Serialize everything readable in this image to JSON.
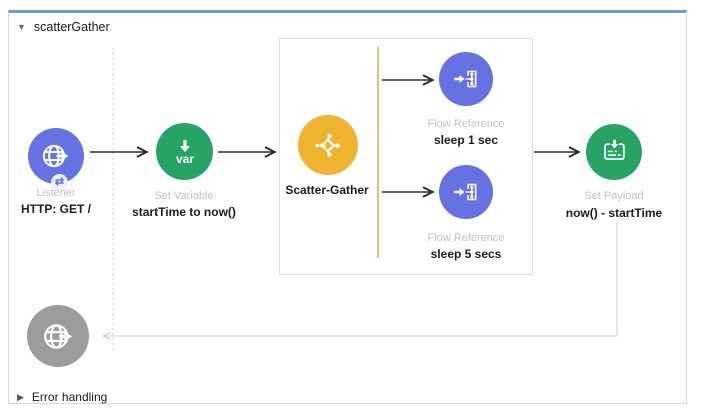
{
  "flow": {
    "title": "scatterGather",
    "collapse_indicator": "▼"
  },
  "nodes": {
    "listener": {
      "type_label": "Listener",
      "operation": "HTTP: GET /",
      "badge": "⇄"
    },
    "set_variable": {
      "type_label": "Set Variable",
      "operation": "startTime to now()",
      "icon_text": "var"
    },
    "scatter_gather": {
      "label": "Scatter-Gather"
    },
    "flow_reference_1": {
      "type_label": "Flow Reference",
      "operation": "sleep 1 sec"
    },
    "flow_reference_2": {
      "type_label": "Flow Reference",
      "operation": "sleep 5 secs"
    },
    "set_payload": {
      "type_label": "Set Payload",
      "operation": "now() - startTime"
    }
  },
  "error_handling": {
    "label": "Error handling",
    "expand_indicator": "▶"
  },
  "colors": {
    "connector_blue": "#6672e1",
    "operation_green": "#27a366",
    "router_orange": "#edb331",
    "disabled_gray": "#9c9c9c",
    "selection_blue": "#66a3d2",
    "router_divider_yellow": "#d9b84e",
    "muted_label_gray": "#bfc3c6"
  }
}
